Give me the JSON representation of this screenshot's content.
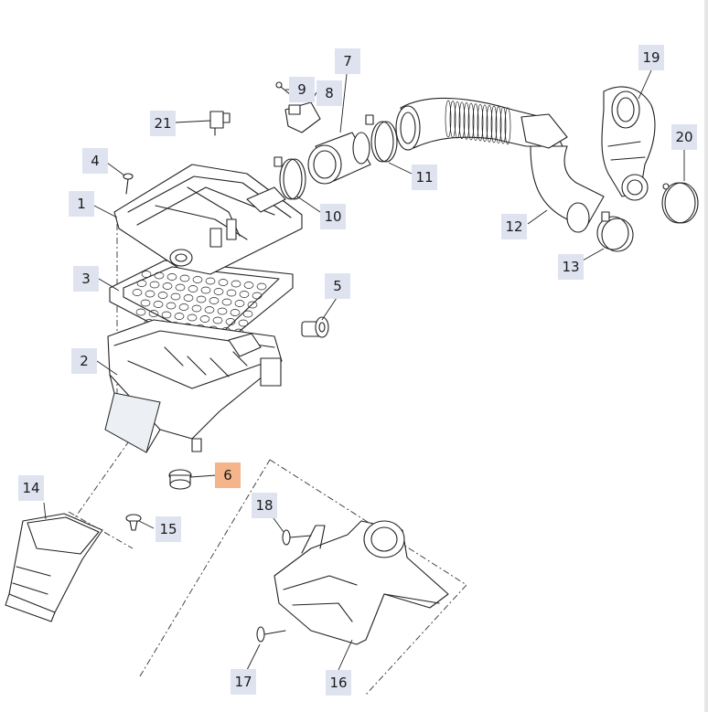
{
  "callouts": [
    {
      "id": "1",
      "label": "1",
      "highlight": false
    },
    {
      "id": "2",
      "label": "2",
      "highlight": false
    },
    {
      "id": "3",
      "label": "3",
      "highlight": false
    },
    {
      "id": "4",
      "label": "4",
      "highlight": false
    },
    {
      "id": "5",
      "label": "5",
      "highlight": false
    },
    {
      "id": "6",
      "label": "6",
      "highlight": true
    },
    {
      "id": "7",
      "label": "7",
      "highlight": false
    },
    {
      "id": "8",
      "label": "8",
      "highlight": false
    },
    {
      "id": "9",
      "label": "9",
      "highlight": false
    },
    {
      "id": "10",
      "label": "10",
      "highlight": false
    },
    {
      "id": "11",
      "label": "11",
      "highlight": false
    },
    {
      "id": "12",
      "label": "12",
      "highlight": false
    },
    {
      "id": "13",
      "label": "13",
      "highlight": false
    },
    {
      "id": "14",
      "label": "14",
      "highlight": false
    },
    {
      "id": "15",
      "label": "15",
      "highlight": false
    },
    {
      "id": "16",
      "label": "16",
      "highlight": false
    },
    {
      "id": "17",
      "label": "17",
      "highlight": false
    },
    {
      "id": "18",
      "label": "18",
      "highlight": false
    },
    {
      "id": "19",
      "label": "19",
      "highlight": false
    },
    {
      "id": "20",
      "label": "20",
      "highlight": false
    },
    {
      "id": "21",
      "label": "21",
      "highlight": false
    }
  ],
  "colors": {
    "callout_bg": "#dfe3f0",
    "callout_highlight_bg": "#f5b48a",
    "line": "#222222",
    "background": "#ffffff"
  }
}
